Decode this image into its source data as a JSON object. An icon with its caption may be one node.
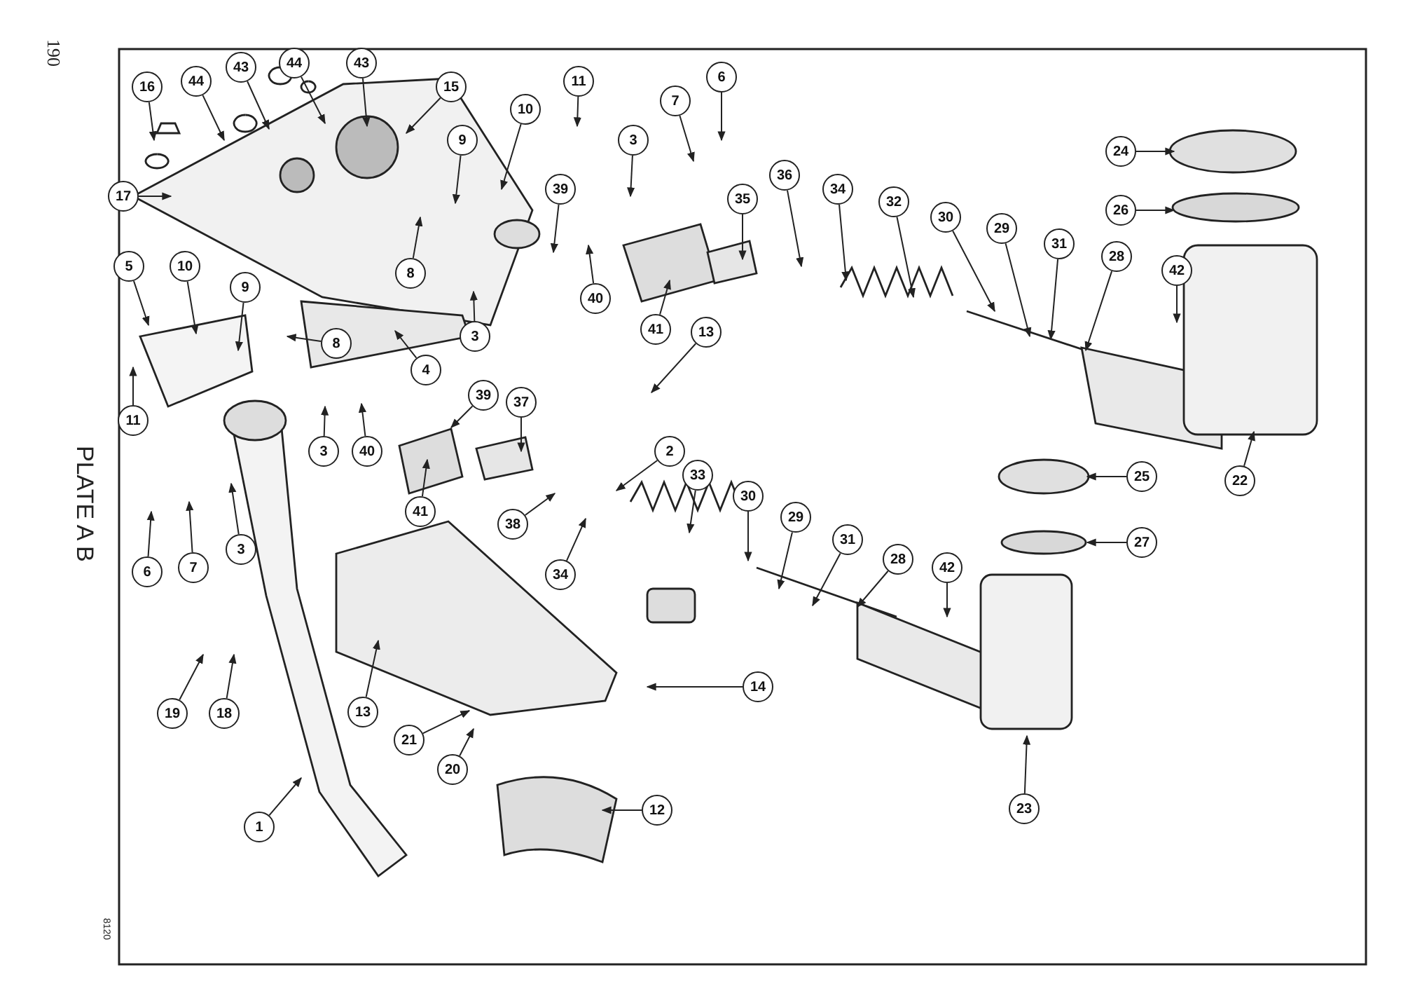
{
  "diagram": {
    "nodes": [
      {
        "text": [
          "44"
        ]
      },
      {
        "text": [
          "43"
        ]
      },
      {
        "text": [
          "44"
        ]
      },
      {
        "text": [
          "43"
        ]
      },
      {
        "text": [
          "16"
        ]
      },
      {
        "text": [
          "17"
        ]
      },
      {
        "text": [
          "15"
        ]
      },
      {
        "text": [
          "10"
        ]
      },
      {
        "text": [
          "11"
        ]
      },
      {
        "text": [
          "9"
        ]
      },
      {
        "text": [
          "3"
        ]
      },
      {
        "text": [
          "7"
        ]
      },
      {
        "text": [
          "6"
        ]
      },
      {
        "text": [
          "39"
        ]
      },
      {
        "text": [
          "36"
        ]
      },
      {
        "text": [
          "35"
        ]
      },
      {
        "text": [
          "34"
        ]
      },
      {
        "text": [
          "32"
        ]
      },
      {
        "text": [
          "24"
        ]
      },
      {
        "text": [
          "26"
        ]
      },
      {
        "text": [
          "30"
        ]
      },
      {
        "text": [
          "29"
        ]
      },
      {
        "text": [
          "31"
        ]
      },
      {
        "text": [
          "28"
        ]
      },
      {
        "text": [
          "42"
        ]
      },
      {
        "text": [
          "8"
        ]
      },
      {
        "text": [
          "5"
        ]
      },
      {
        "text": [
          "10"
        ]
      },
      {
        "text": [
          "9"
        ]
      },
      {
        "text": [
          "8"
        ]
      },
      {
        "text": [
          "40"
        ]
      },
      {
        "text": [
          "41"
        ]
      },
      {
        "text": [
          "3"
        ]
      },
      {
        "text": [
          "13"
        ]
      },
      {
        "text": [
          "4"
        ]
      },
      {
        "text": [
          "39"
        ]
      },
      {
        "text": [
          "11"
        ]
      },
      {
        "text": [
          "3"
        ]
      },
      {
        "text": [
          "40"
        ]
      },
      {
        "text": [
          "37"
        ]
      },
      {
        "text": [
          "41"
        ]
      },
      {
        "text": [
          "2"
        ]
      },
      {
        "text": [
          "33"
        ]
      },
      {
        "text": [
          "3"
        ]
      },
      {
        "text": [
          "7"
        ]
      },
      {
        "text": [
          "38"
        ]
      },
      {
        "text": [
          "6"
        ]
      },
      {
        "text": [
          "30"
        ]
      },
      {
        "text": [
          "29"
        ]
      },
      {
        "text": [
          "31"
        ]
      },
      {
        "text": [
          "34"
        ]
      },
      {
        "text": [
          "28"
        ]
      },
      {
        "text": [
          "42"
        ]
      },
      {
        "text": [
          "25"
        ]
      },
      {
        "text": [
          "27"
        ]
      },
      {
        "text": [
          "22"
        ]
      },
      {
        "text": [
          "14"
        ]
      },
      {
        "text": [
          "19"
        ]
      },
      {
        "text": [
          "18"
        ]
      },
      {
        "text": [
          "13"
        ]
      },
      {
        "text": [
          "21"
        ]
      },
      {
        "text": [
          "20"
        ]
      },
      {
        "text": [
          "1"
        ]
      },
      {
        "text": [
          "12"
        ]
      },
      {
        "text": [
          "23"
        ]
      }
    ],
    "edges": [
      {
        "from": 0,
        "to": null,
        "arrow": "to"
      },
      {
        "from": 1,
        "to": null,
        "arrow": "to"
      },
      {
        "from": 2,
        "to": null,
        "arrow": "to"
      },
      {
        "from": 3,
        "to": null,
        "arrow": "to"
      },
      {
        "from": 4,
        "to": null,
        "arrow": "to"
      },
      {
        "from": 5,
        "to": null,
        "arrow": "to"
      },
      {
        "from": 6,
        "to": null,
        "arrow": "to"
      },
      {
        "from": 7,
        "to": null,
        "arrow": "to"
      },
      {
        "from": 8,
        "to": null,
        "arrow": "to"
      },
      {
        "from": 9,
        "to": null,
        "arrow": "to"
      },
      {
        "from": 10,
        "to": null,
        "arrow": "to"
      },
      {
        "from": 11,
        "to": null,
        "arrow": "to"
      },
      {
        "from": 12,
        "to": null,
        "arrow": "to"
      },
      {
        "from": 13,
        "to": null,
        "arrow": "to"
      },
      {
        "from": 14,
        "to": null,
        "arrow": "to"
      },
      {
        "from": 15,
        "to": null,
        "arrow": "to"
      },
      {
        "from": 16,
        "to": null,
        "arrow": "to"
      },
      {
        "from": 17,
        "to": null,
        "arrow": "to"
      },
      {
        "from": 18,
        "to": null,
        "arrow": "to"
      },
      {
        "from": 19,
        "to": null,
        "arrow": "to"
      },
      {
        "from": 20,
        "to": null,
        "arrow": "to"
      },
      {
        "from": 21,
        "to": null,
        "arrow": "to"
      },
      {
        "from": 22,
        "to": null,
        "arrow": "to"
      },
      {
        "from": 23,
        "to": null,
        "arrow": "to"
      },
      {
        "from": 24,
        "to": null,
        "arrow": "to"
      },
      {
        "from": 25,
        "to": null,
        "arrow": "to"
      },
      {
        "from": 26,
        "to": null,
        "arrow": "to"
      },
      {
        "from": 27,
        "to": null,
        "arrow": "to"
      },
      {
        "from": 28,
        "to": null,
        "arrow": "to"
      },
      {
        "from": 29,
        "to": null,
        "arrow": "to"
      },
      {
        "from": 30,
        "to": null,
        "arrow": "to"
      },
      {
        "from": 31,
        "to": null,
        "arrow": "to"
      },
      {
        "from": 32,
        "to": null,
        "arrow": "to"
      },
      {
        "from": 33,
        "to": null,
        "arrow": "to"
      },
      {
        "from": 34,
        "to": null,
        "arrow": "to"
      },
      {
        "from": 35,
        "to": null,
        "arrow": "to"
      },
      {
        "from": 36,
        "to": null,
        "arrow": "to"
      },
      {
        "from": 37,
        "to": null,
        "arrow": "to"
      },
      {
        "from": 38,
        "to": null,
        "arrow": "to"
      },
      {
        "from": 39,
        "to": null,
        "arrow": "to"
      },
      {
        "from": 40,
        "to": null,
        "arrow": "to"
      },
      {
        "from": 41,
        "to": null,
        "arrow": "to"
      },
      {
        "from": 42,
        "to": null,
        "arrow": "to"
      },
      {
        "from": 43,
        "to": null,
        "arrow": "to"
      },
      {
        "from": 44,
        "to": null,
        "arrow": "to"
      },
      {
        "from": 45,
        "to": null,
        "arrow": "to"
      },
      {
        "from": 46,
        "to": null,
        "arrow": "to"
      },
      {
        "from": 47,
        "to": null,
        "arrow": "to"
      },
      {
        "from": 48,
        "to": null,
        "arrow": "to"
      },
      {
        "from": 49,
        "to": null,
        "arrow": "to"
      },
      {
        "from": 50,
        "to": null,
        "arrow": "to"
      },
      {
        "from": 51,
        "to": null,
        "arrow": "to"
      },
      {
        "from": 52,
        "to": null,
        "arrow": "to"
      },
      {
        "from": 53,
        "to": null,
        "arrow": "to"
      },
      {
        "from": 54,
        "to": null,
        "arrow": "to"
      },
      {
        "from": 55,
        "to": null,
        "arrow": "to"
      },
      {
        "from": 56,
        "to": null,
        "arrow": "to"
      },
      {
        "from": 57,
        "to": null,
        "arrow": "to"
      },
      {
        "from": 58,
        "to": null,
        "arrow": "to"
      },
      {
        "from": 59,
        "to": null,
        "arrow": "to"
      },
      {
        "from": 60,
        "to": null,
        "arrow": "to"
      },
      {
        "from": 61,
        "to": null,
        "arrow": "to"
      },
      {
        "from": 62,
        "to": null,
        "arrow": "to"
      },
      {
        "from": 63,
        "to": null,
        "arrow": "to"
      },
      {
        "from": 64,
        "to": null,
        "arrow": "to"
      }
    ],
    "labels": [
      "190",
      "PLATE A B",
      "8120"
    ]
  }
}
